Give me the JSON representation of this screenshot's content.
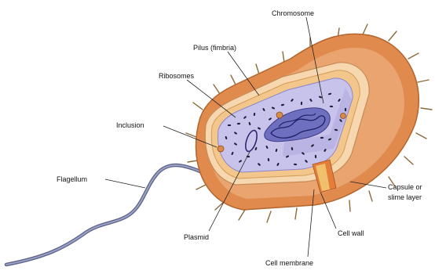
{
  "labels": {
    "chromosome": "Chromosome",
    "pilus": "Pilus (fimbria)",
    "ribosomes": "Ribosomes",
    "inclusion": "Inclusion",
    "flagellum": "Flagellum",
    "plasmid": "Plasmid",
    "cell_wall": "Cell wall",
    "cell_membrane": "Cell membrane",
    "capsule_line1": "Capsule or",
    "capsule_line2": "slime layer"
  },
  "colors": {
    "capsule": "#e08a4e",
    "capsule_light": "#f3b98a",
    "cell_wall": "#f6d7b0",
    "membrane": "#f3c78b",
    "cytoplasm": "#c8c3ea",
    "nucleoid": "#6f6fbf",
    "ribosome": "#1f1f3a",
    "flagellum": "#9aa2c8",
    "leader": "#222222"
  },
  "icons": [
    "pilus-spike-icon",
    "ribosome-dot-icon",
    "flagellum-hook-icon"
  ]
}
